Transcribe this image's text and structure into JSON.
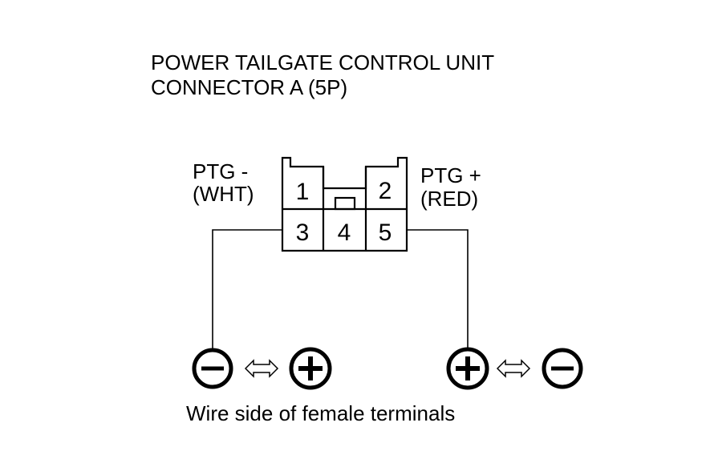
{
  "title": {
    "line1": "POWER TAILGATE CONTROL UNIT",
    "line2": "CONNECTOR A (5P)"
  },
  "connector": {
    "pins": {
      "pin1": "1",
      "pin2": "2",
      "pin3": "3",
      "pin4": "4",
      "pin5": "5"
    }
  },
  "left_wire": {
    "line1": "PTG -",
    "line2": "(WHT)"
  },
  "right_wire": {
    "line1": "PTG +",
    "line2": "(RED)"
  },
  "polarity": {
    "left": [
      "minus-icon",
      "swap-arrow-icon",
      "plus-icon"
    ],
    "right": [
      "plus-icon",
      "swap-arrow-icon",
      "minus-icon"
    ]
  },
  "caption": "Wire side of female terminals",
  "colors": {
    "line": "#000000",
    "background": "#ffffff"
  }
}
